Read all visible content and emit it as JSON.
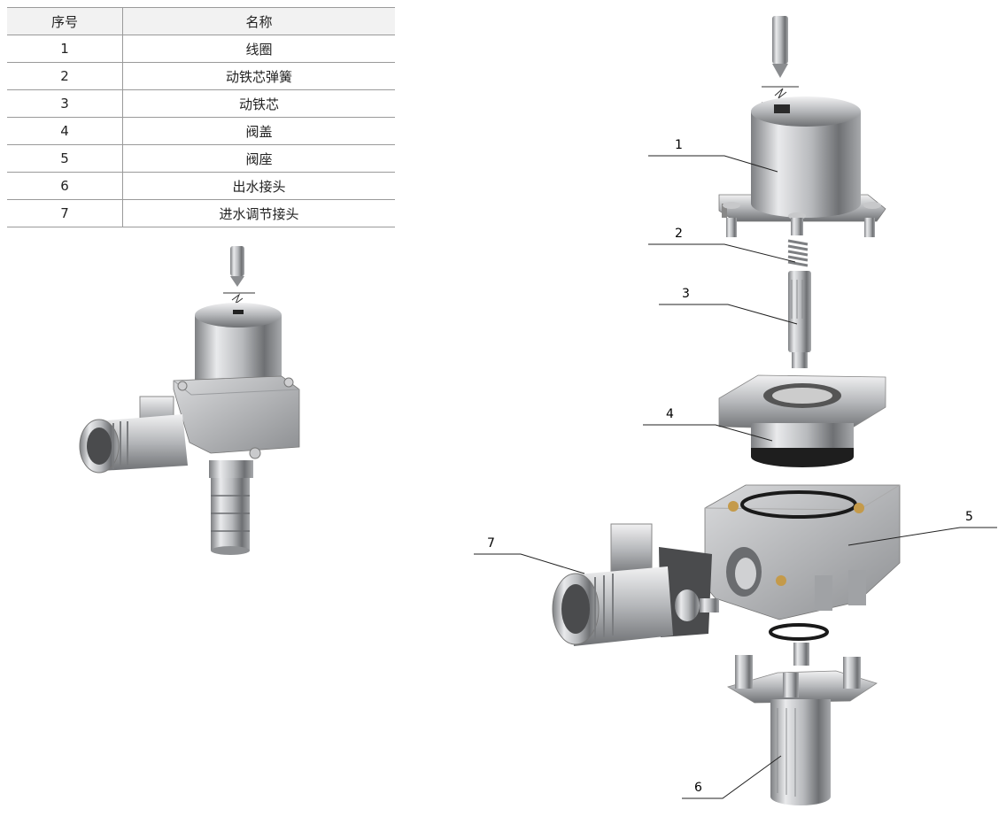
{
  "table": {
    "headers": [
      "序号",
      "名称"
    ],
    "rows": [
      [
        "1",
        "线圈"
      ],
      [
        "2",
        "动铁芯弹簧"
      ],
      [
        "3",
        "动铁芯"
      ],
      [
        "4",
        "阀盖"
      ],
      [
        "5",
        "阀座"
      ],
      [
        "6",
        "出水接头"
      ],
      [
        "7",
        "进水调节接头"
      ]
    ]
  },
  "callouts": [
    "1",
    "2",
    "3",
    "4",
    "5",
    "6",
    "7"
  ]
}
